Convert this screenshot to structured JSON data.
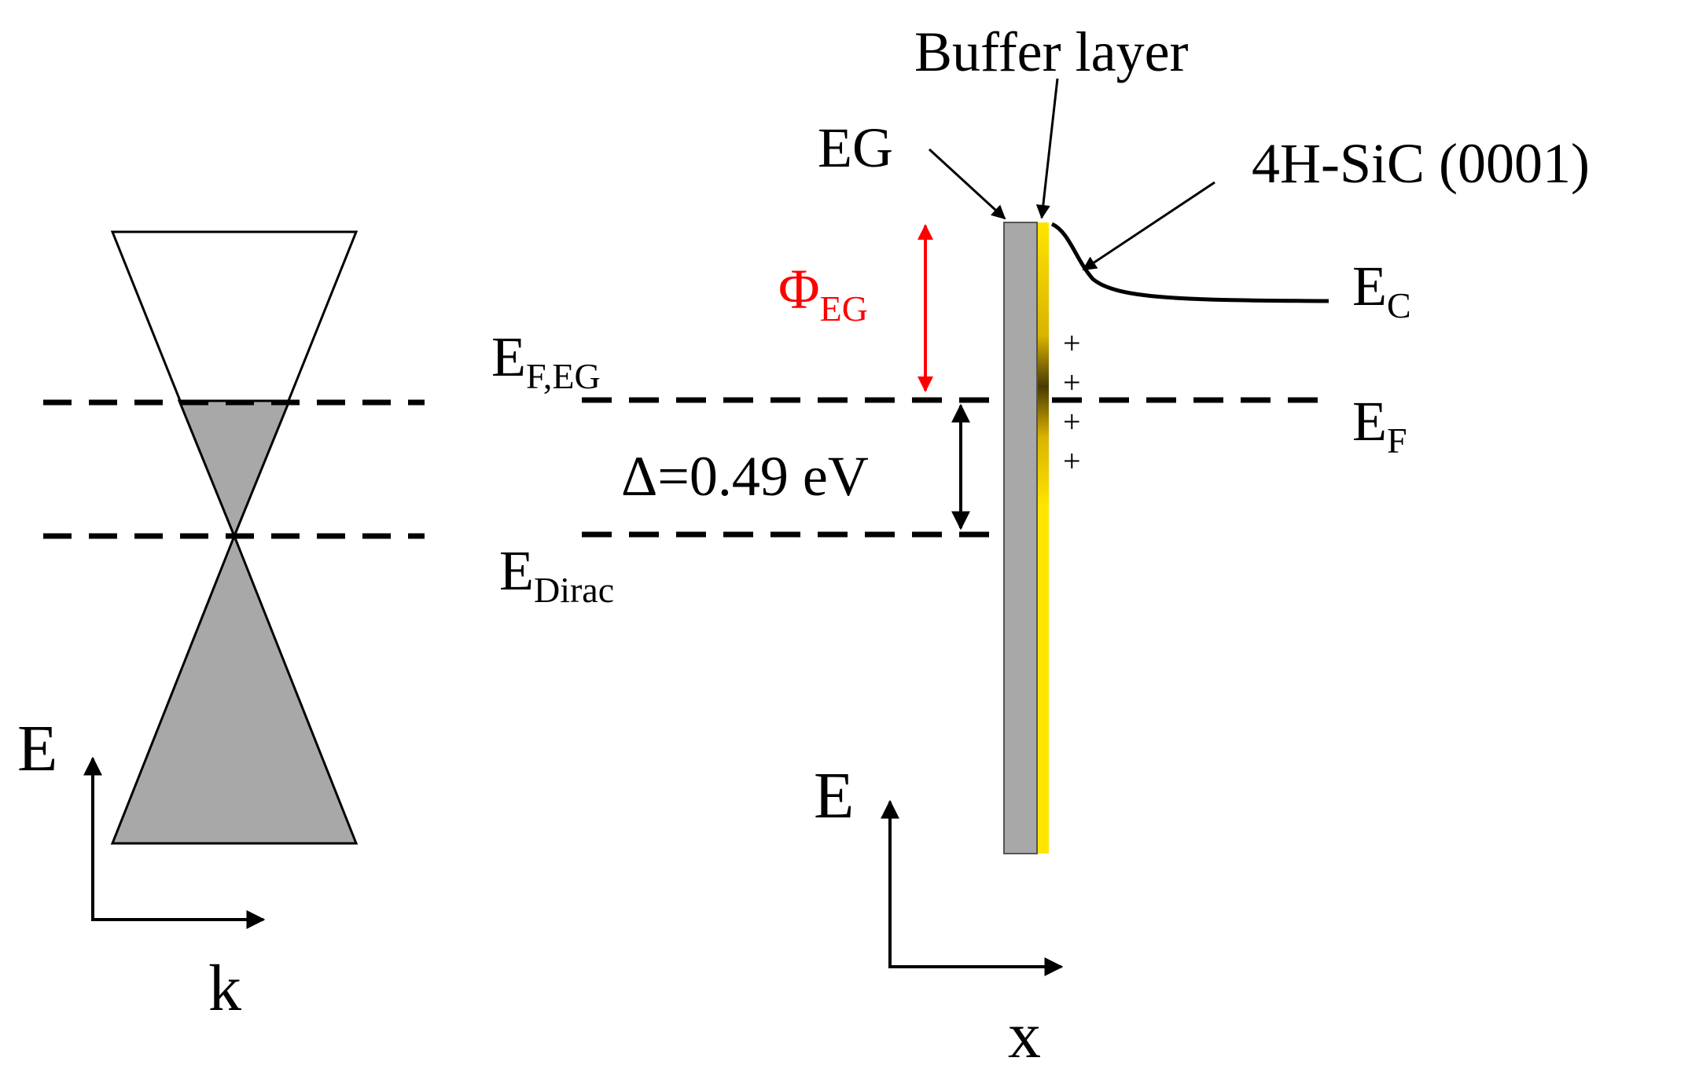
{
  "band_diagram": {
    "left_axis": {
      "energy_label": "E",
      "momentum_label": "k"
    },
    "fermi_label": {
      "base": "E",
      "sub": "F,EG"
    },
    "dirac_label": {
      "base": "E",
      "sub": "Dirac"
    },
    "work_function_label": {
      "base": "Φ",
      "sub": "EG"
    },
    "offset_label": "Δ=0.49 eV",
    "layer_labels": {
      "graphene": "EG",
      "buffer": "Buffer layer",
      "substrate": "4H-SiC (0001)"
    },
    "conduction_label": {
      "base": "E",
      "sub": "C"
    },
    "right_fermi_label": {
      "base": "E",
      "sub": "F"
    },
    "charge_marks": [
      "+",
      "+",
      "+",
      "+"
    ],
    "right_axis": {
      "energy_label": "E",
      "position_label": "x"
    },
    "colors": {
      "work_function_arrow": "#ff0000",
      "graphene_layer": "#a8a8a8",
      "buffer_layer": "#ffe500",
      "filled_states": "#a8a8a8"
    }
  }
}
